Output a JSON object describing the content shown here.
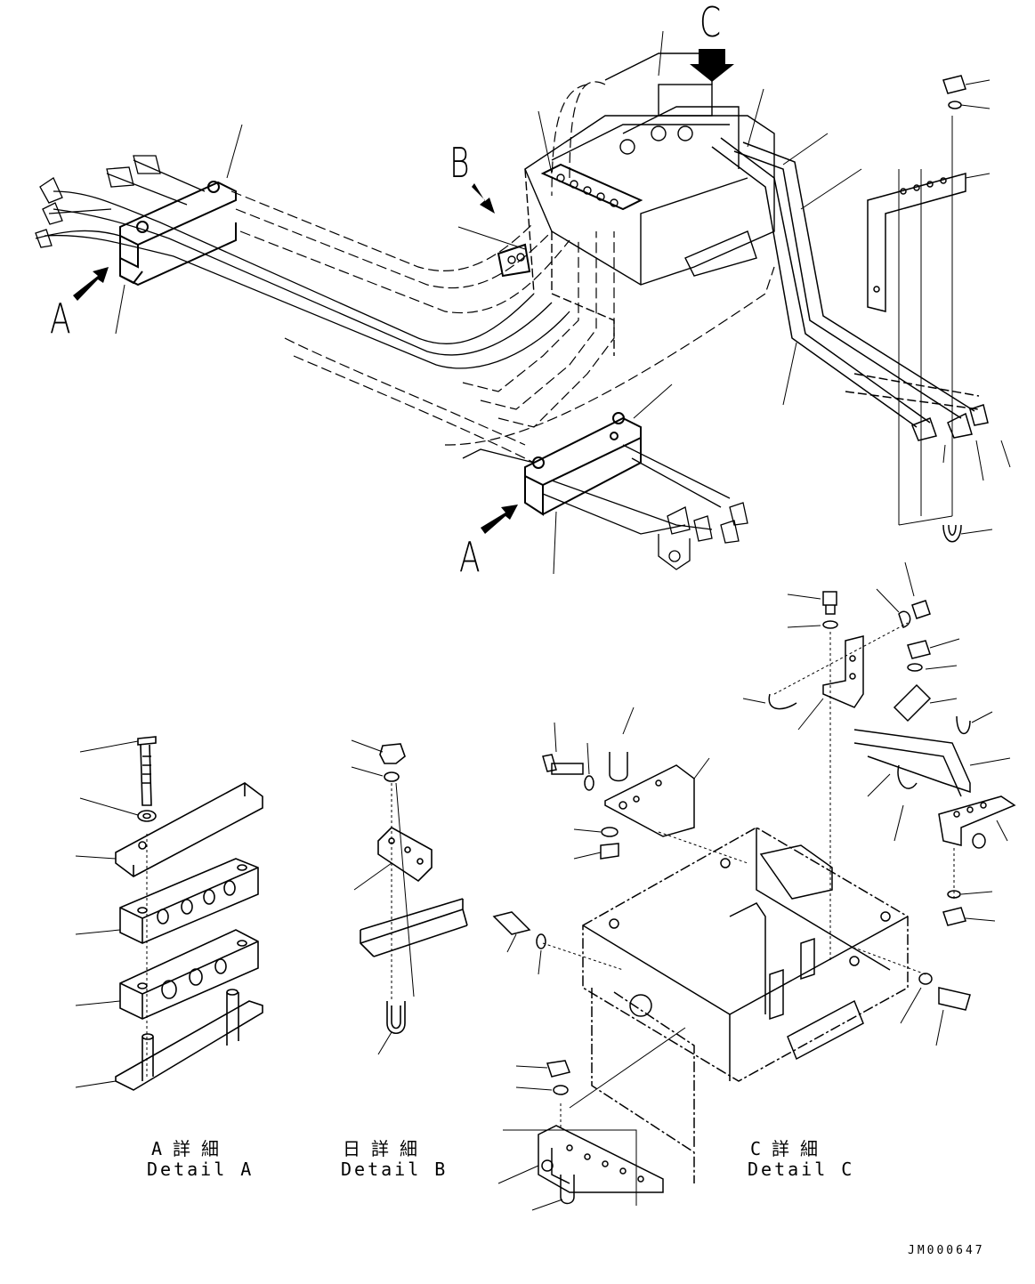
{
  "view_labels": {
    "a_top": "A",
    "a_bottom": "A",
    "b": "B",
    "c": "C"
  },
  "captions": {
    "detail_a": {
      "jp": "A詳細",
      "en": "Detail A"
    },
    "detail_b": {
      "jp": "日詳細",
      "en": "Detail B"
    },
    "detail_c": {
      "jp": "C詳細",
      "en": "Detail C"
    }
  },
  "drawing_code": "JM000647",
  "colors": {
    "ink": "#000000",
    "paper": "#ffffff"
  }
}
